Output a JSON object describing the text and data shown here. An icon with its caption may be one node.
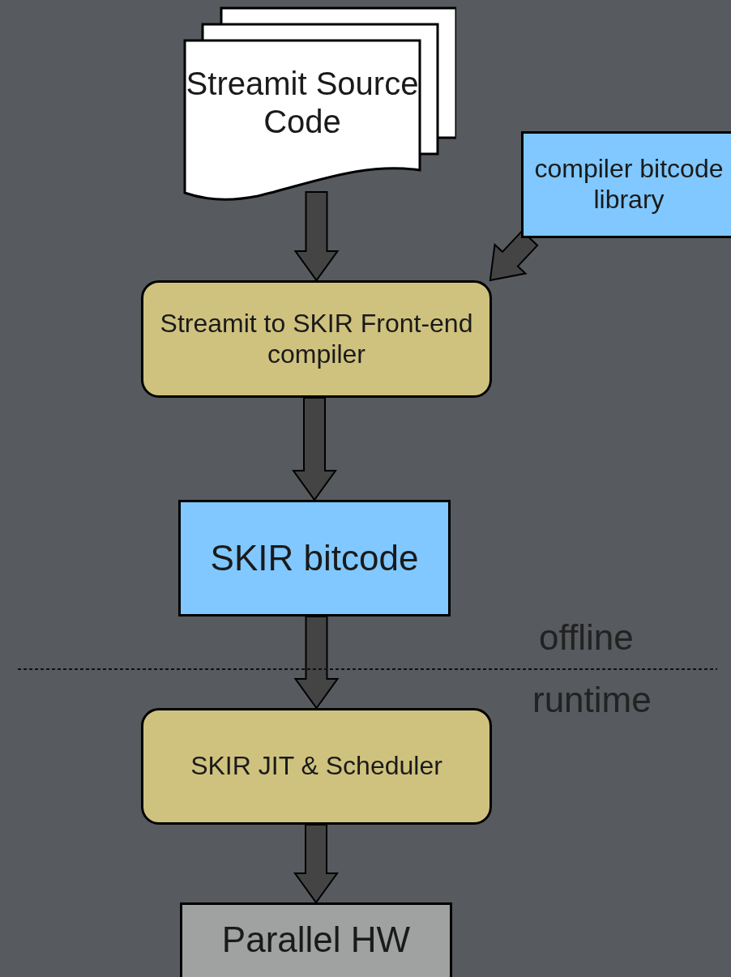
{
  "diagram": {
    "nodes": [
      {
        "text": [
          "Streamit Source Code"
        ]
      },
      {
        "text": [
          "compiler bitcode library"
        ]
      },
      {
        "text": [
          "Streamit to SKIR Front-end compiler"
        ]
      },
      {
        "text": [
          "SKIR bitcode"
        ]
      },
      {
        "text": [
          "SKIR JIT & Scheduler"
        ]
      },
      {
        "text": [
          "Parallel HW"
        ]
      }
    ],
    "edges": [
      {
        "from": 0,
        "to": 2,
        "arrow": "to"
      },
      {
        "from": 1,
        "to": 2,
        "arrow": "to"
      },
      {
        "from": 2,
        "to": 3,
        "arrow": "to"
      },
      {
        "from": 3,
        "to": 4,
        "arrow": "to"
      },
      {
        "from": 4,
        "to": 5,
        "arrow": "to"
      }
    ],
    "labels": [
      "offline",
      "runtime"
    ]
  }
}
